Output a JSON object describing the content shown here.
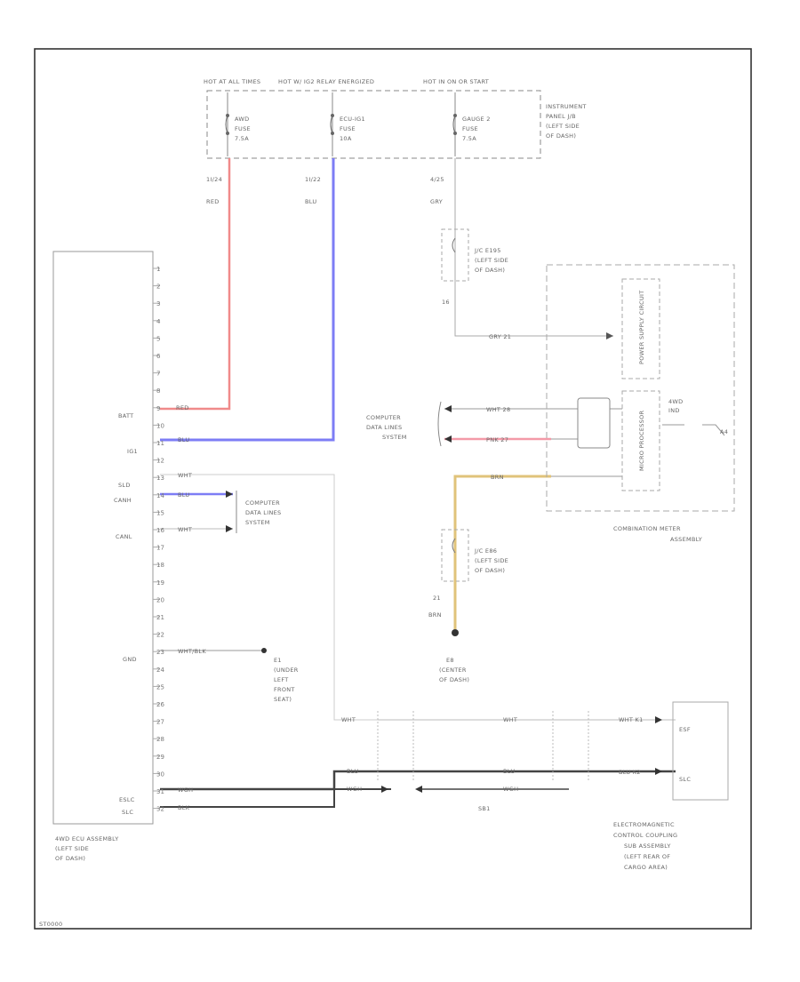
{
  "border_code": "ST0000",
  "fuse_block": {
    "sources": [
      "HOT AT ALL TIMES",
      "HOT W/ IG2 RELAY ENERGIZED",
      "HOT IN ON OR START"
    ],
    "fuses": [
      {
        "name": "AWD",
        "label": "FUSE",
        "rating": "7.5A"
      },
      {
        "name": "ECU-IG1",
        "label": "FUSE",
        "rating": "10A"
      },
      {
        "name": "GAUGE 2",
        "label": "FUSE",
        "rating": "7.5A"
      }
    ],
    "label": [
      "INSTRUMENT",
      "PANEL J/B",
      "(LEFT SIDE",
      "OF DASH)"
    ],
    "wire_pins": [
      "1I/24",
      "1I/22",
      "4/25"
    ],
    "wire_colors": [
      "RED",
      "BLU",
      "GRY"
    ]
  },
  "ecu": {
    "label": [
      "4WD ECU ASSEMBLY",
      "(LEFT SIDE",
      "OF DASH)"
    ],
    "pins": [
      "1",
      "2",
      "3",
      "4",
      "5",
      "6",
      "7",
      "8",
      "9",
      "10",
      "11",
      "12",
      "13",
      "14",
      "15",
      "16",
      "17",
      "18",
      "19",
      "20",
      "21",
      "22",
      "23",
      "24",
      "25",
      "26",
      "27",
      "28",
      "29",
      "30",
      "31",
      "32"
    ],
    "terminals": {
      "bat": "BATT",
      "ig": "IG1",
      "can_h": "CANH",
      "can_l": "CANL",
      "sld": "SLD",
      "gnd": "GND",
      "eslc": "ESLC",
      "slc": "SLC"
    },
    "wire_9": "RED",
    "wire_11": "BLU",
    "wire_13": "WHT",
    "wire_14": "BLU",
    "wire_16": "WHT",
    "wire_23": "WHT/BLK",
    "wire_31": "WGH",
    "wire_32": "BLK"
  },
  "computer_data_lines_left": [
    "COMPUTER",
    "DATA LINES",
    "SYSTEM"
  ],
  "ground_e1": [
    "E1",
    "(UNDER",
    "LEFT",
    "FRONT",
    "SEAT)"
  ],
  "jc_top": {
    "label": [
      "J/C E195",
      "(LEFT SIDE",
      "OF DASH)"
    ],
    "pin": "16"
  },
  "jc_bottom": {
    "label": [
      "J/C E86",
      "(LEFT SIDE",
      "OF DASH)"
    ],
    "pin": "21",
    "wire": "BRN"
  },
  "ground_e8": [
    "E8",
    "(CENTER",
    "OF DASH)"
  ],
  "meter": {
    "label": [
      "COMBINATION METER",
      "ASSEMBLY"
    ],
    "power_circuit": "POWER SUPPLY CIRCUIT",
    "micro": "MICRO PROCESSOR",
    "gry_pin": "GRY  21",
    "wht_pin": "WHT  28",
    "pnk_pin": "PNK  27",
    "brn": "BRN",
    "awd": [
      "4WD",
      "IND",
      "A4"
    ]
  },
  "computer_data_lines_right": [
    "COMPUTER",
    "DATA LINES",
    "SYSTEM"
  ],
  "coupling": {
    "label": [
      "ELECTROMAGNETIC",
      "CONTROL COUPLING",
      "SUB ASSEMBLY",
      "(LEFT REAR OF",
      "CARGO AREA)"
    ],
    "terminals": [
      "ESF",
      "SLC"
    ],
    "wht": "WHT  K1",
    "blu": "BLU  K2"
  },
  "connector_mid": "SB1",
  "inline_wires": {
    "wht": "WHT",
    "wgh": "WGH",
    "blu": "BLU"
  }
}
